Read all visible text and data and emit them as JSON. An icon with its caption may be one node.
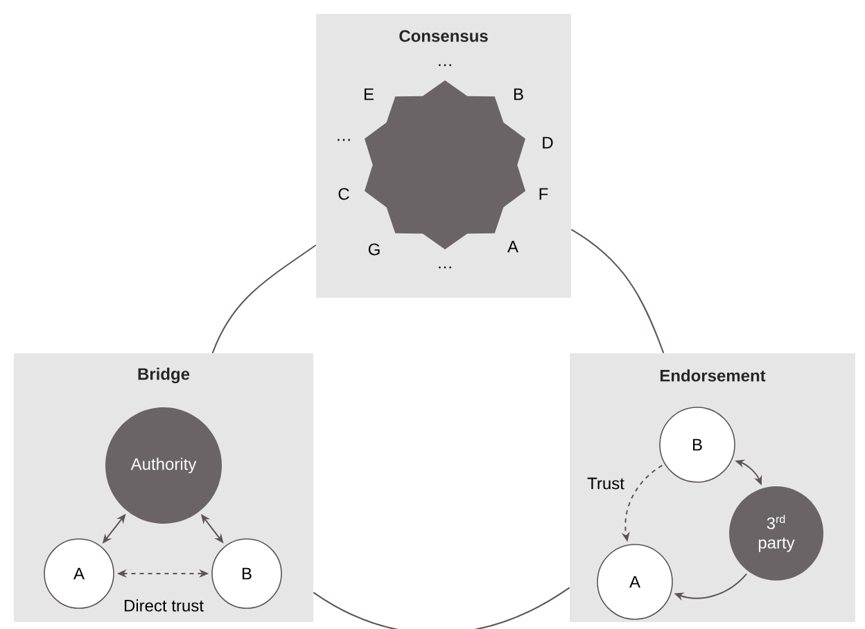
{
  "diagram": {
    "nodes": [
      {
        "text": [
          "Consensus"
        ]
      },
      {
        "text": [],
        "shape": "star",
        "in": 0
      },
      {
        "text": [
          "Bridge"
        ]
      },
      {
        "text": [
          "Authority"
        ],
        "in": 2
      },
      {
        "text": [
          "A"
        ],
        "in": 2
      },
      {
        "text": [
          "B"
        ],
        "in": 2
      },
      {
        "text": [
          "Endorsement"
        ]
      },
      {
        "text": [
          "B"
        ],
        "in": 6
      },
      {
        "text": [
          "3$^{rd}$ party"
        ],
        "in": 6
      },
      {
        "text": [
          "A"
        ],
        "in": 6
      }
    ],
    "edges": [
      {
        "from": 3,
        "to": 4,
        "arrow": "both"
      },
      {
        "from": 3,
        "to": 5,
        "arrow": "both"
      },
      {
        "from": 4,
        "to": 5,
        "arrow": "both",
        "style": "dashed",
        "label": "Direct trust"
      },
      {
        "from": 7,
        "to": 9,
        "arrow": "to",
        "style": "dashed",
        "label": "Trust"
      },
      {
        "from": 7,
        "to": 8,
        "arrow": "both"
      },
      {
        "from": 8,
        "to": 9,
        "arrow": "to"
      },
      {
        "from": 0,
        "to": 2,
        "arrow": "none"
      },
      {
        "from": 2,
        "to": 6,
        "arrow": "none"
      },
      {
        "from": 0,
        "to": 6,
        "arrow": "none"
      }
    ],
    "labels": [
      "…",
      "E",
      "B",
      "…",
      "D",
      "C",
      "F",
      "G",
      "A",
      "…"
    ]
  }
}
